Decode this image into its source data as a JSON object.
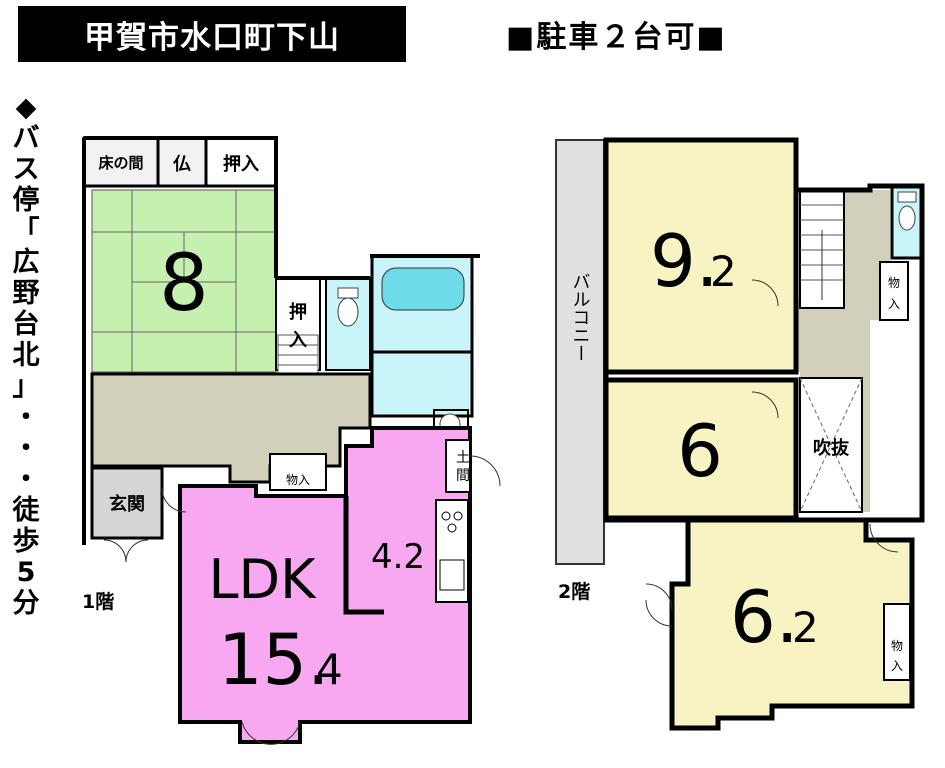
{
  "header": {
    "title": "甲賀市水口町下山",
    "parking": "■駐車２台可■"
  },
  "bus_stop": {
    "marker": "◆",
    "chars": [
      "バ",
      "ス",
      "停",
      "「",
      "広",
      "野",
      "台",
      "北",
      "」",
      "・",
      "・",
      "・",
      "徒",
      "歩",
      "5",
      "分"
    ]
  },
  "floor1": {
    "label": "1階",
    "washitsu_size": "8",
    "tokonoma": "床の間",
    "butsudan": "仏",
    "oshiire": "押入",
    "oshiire_v1": "押",
    "oshiire_v2": "入",
    "genkan": "玄関",
    "monoire": "物入",
    "doma_1": "土",
    "doma_2": "間",
    "kitchen_size": "4.2",
    "ldk": "LDK",
    "ldk_size_main": "15.",
    "ldk_size_dec": "4"
  },
  "floor2": {
    "label": "2階",
    "balcony": "バルコニー",
    "room_a_main": "9.",
    "room_a_dec": "2",
    "room_b": "6",
    "room_c_main": "6.",
    "room_c_dec": "2",
    "fukinuke": "吹抜",
    "monoire_1": "物",
    "monoire_2": "入"
  },
  "colors": {
    "tatami": "#c6f0b0",
    "corridor": "#d2cfba",
    "wet": "#c8f4fa",
    "bath": "#6ddbe8",
    "ldk": "#f7a8f0",
    "bedroom": "#f7f3c2",
    "balcony": "#e0e0e0",
    "genkan": "#d6d6d6"
  }
}
